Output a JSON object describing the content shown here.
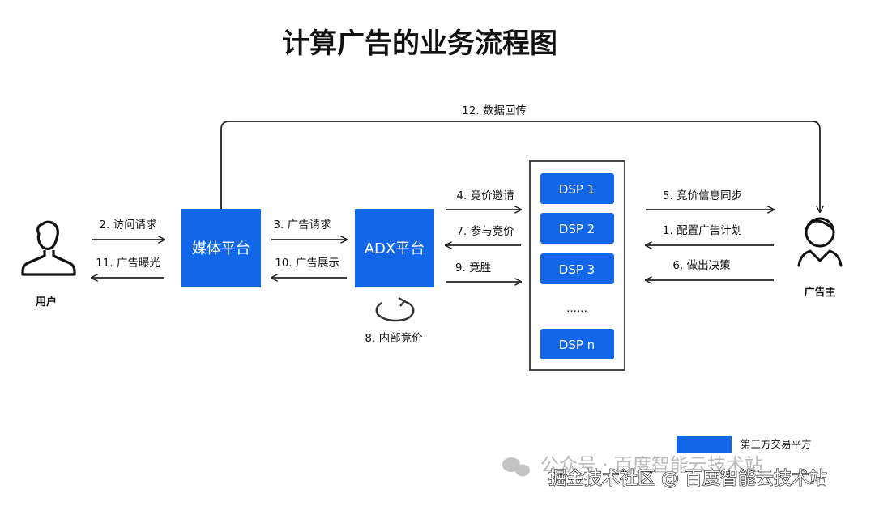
{
  "title": "计算广告的业务流程图",
  "actors": {
    "user": "用户",
    "advertiser": "广告主"
  },
  "nodes": {
    "media": "媒体平台",
    "adx": "ADX平台",
    "dsp": [
      "DSP 1",
      "DSP 2",
      "DSP 3",
      "DSP n"
    ],
    "dsp_ellipsis": "......"
  },
  "steps": {
    "s1": "1. 配置广告计划",
    "s2": "2. 访问请求",
    "s3": "3. 广告请求",
    "s4": "4. 竞价邀请",
    "s5": "5. 竞价信息同步",
    "s6": "6. 做出决策",
    "s7": "7. 参与竞价",
    "s8": "8. 内部竞价",
    "s9": "9. 竞胜",
    "s10": "10. 广告展示",
    "s11": "11. 广告曝光",
    "s12": "12. 数据回传"
  },
  "legend": {
    "label": "第三方交易平方"
  },
  "watermark": {
    "line1": "公众号 · 百度智能云技术站",
    "line2": "掘金技术社区 @ 百度智能云技术站"
  },
  "colors": {
    "accent": "#1266e8",
    "line": "#222222"
  }
}
